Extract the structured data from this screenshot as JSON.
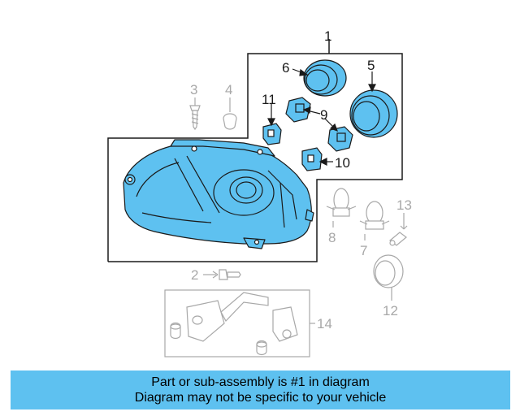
{
  "diagram": {
    "callouts": {
      "c1": "1",
      "c2": "2",
      "c3": "3",
      "c4": "4",
      "c5": "5",
      "c6": "6",
      "c7": "7",
      "c8": "8",
      "c9": "9",
      "c10": "10",
      "c11": "11",
      "c12": "12",
      "c13": "13",
      "c14": "14"
    },
    "colors": {
      "highlight": "#5ec1f0",
      "line_dark": "#1a1a1a",
      "line_gray": "#a8a8a8"
    }
  },
  "banner": {
    "line1": "Part or sub-assembly is #1 in diagram",
    "line2": "Diagram may not be specific to your vehicle"
  }
}
